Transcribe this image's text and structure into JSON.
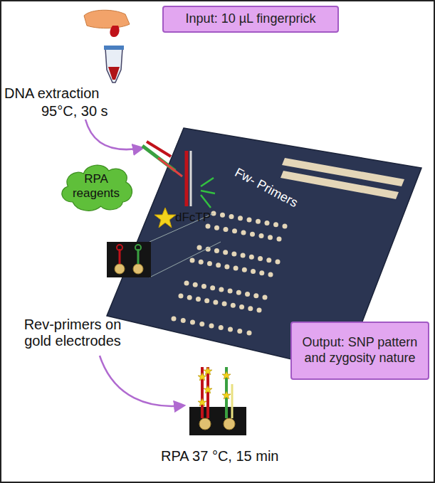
{
  "diagram": {
    "nodes": [
      {
        "text": [
          "Input: 10 µL fingerprick"
        ]
      },
      {
        "text": [
          "RPA reagents"
        ]
      },
      {
        "text": [
          "Output: SNP pattern and zygosity nature"
        ]
      }
    ],
    "labels": [
      "DNA extraction",
      "95°C, 30 s",
      "dFcTP",
      "Fw- Primers",
      "Rev-primers on gold electrodes",
      "RPA 37 °C, 15 min"
    ]
  }
}
